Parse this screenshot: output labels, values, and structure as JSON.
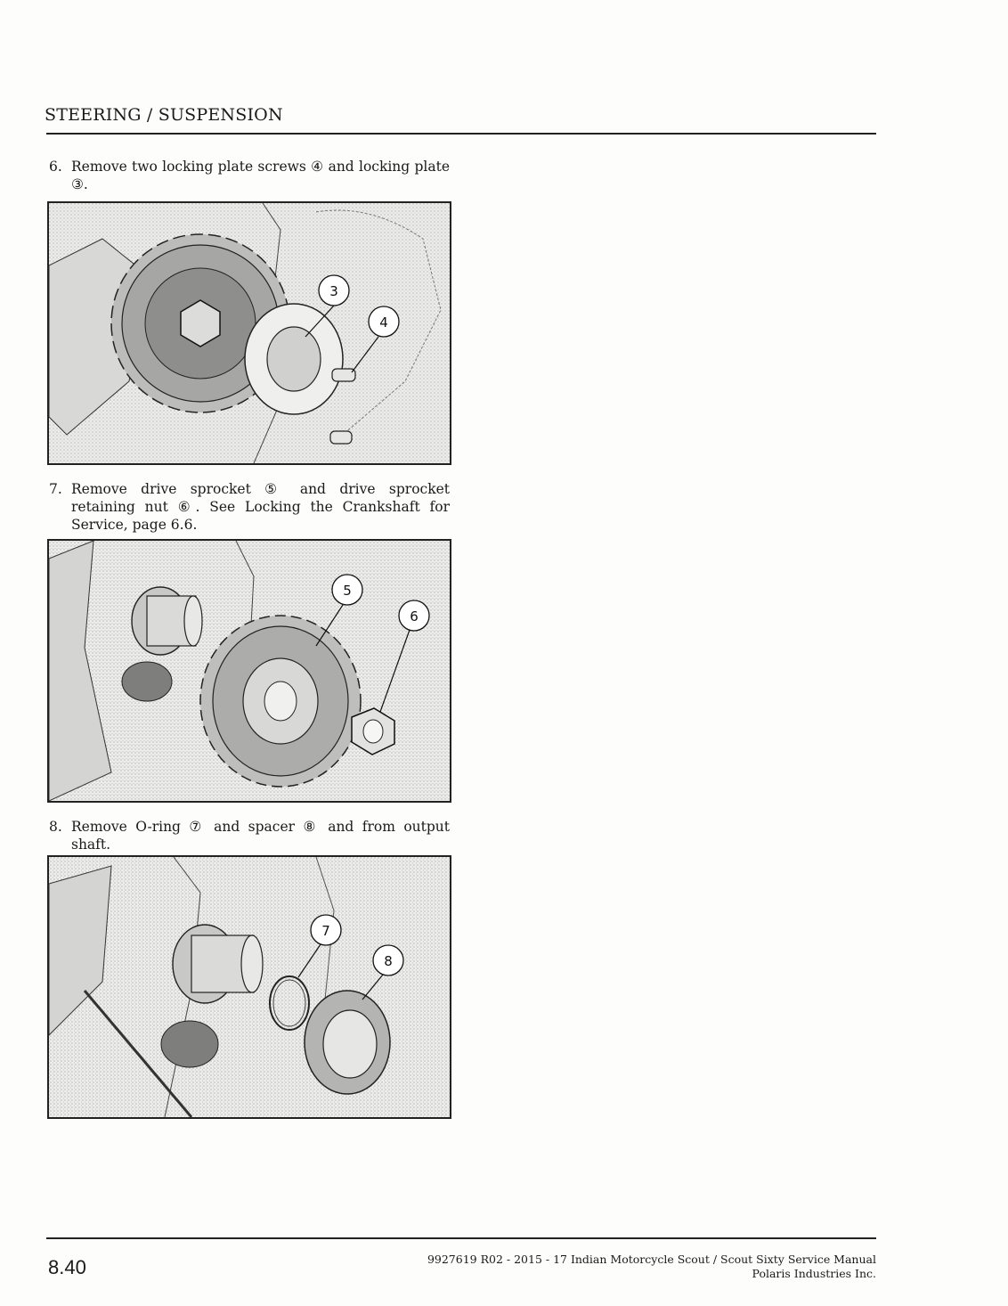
{
  "header": {
    "title": "STEERING / SUSPENSION"
  },
  "steps": [
    {
      "number": "6.",
      "text": "Remove two locking plate screws ④ and locking plate ③."
    },
    {
      "number": "7.",
      "text": "Remove drive sprocket ⑤ and drive sprocket retaining nut ⑥. See Locking the Crankshaft for Service, page 6.6."
    },
    {
      "number": "8.",
      "text": "Remove O-ring ⑦ and spacer ⑧ and from output shaft."
    }
  ],
  "figures": [
    {
      "callouts": [
        "3",
        "4"
      ]
    },
    {
      "callouts": [
        "5",
        "6"
      ]
    },
    {
      "callouts": [
        "7",
        "8"
      ]
    }
  ],
  "footer": {
    "page_number": "8.40",
    "manual": "9927619 R02 - 2015 - 17 Indian Motorcycle Scout / Scout Sixty Service Manual",
    "company": "Polaris Industries Inc."
  }
}
